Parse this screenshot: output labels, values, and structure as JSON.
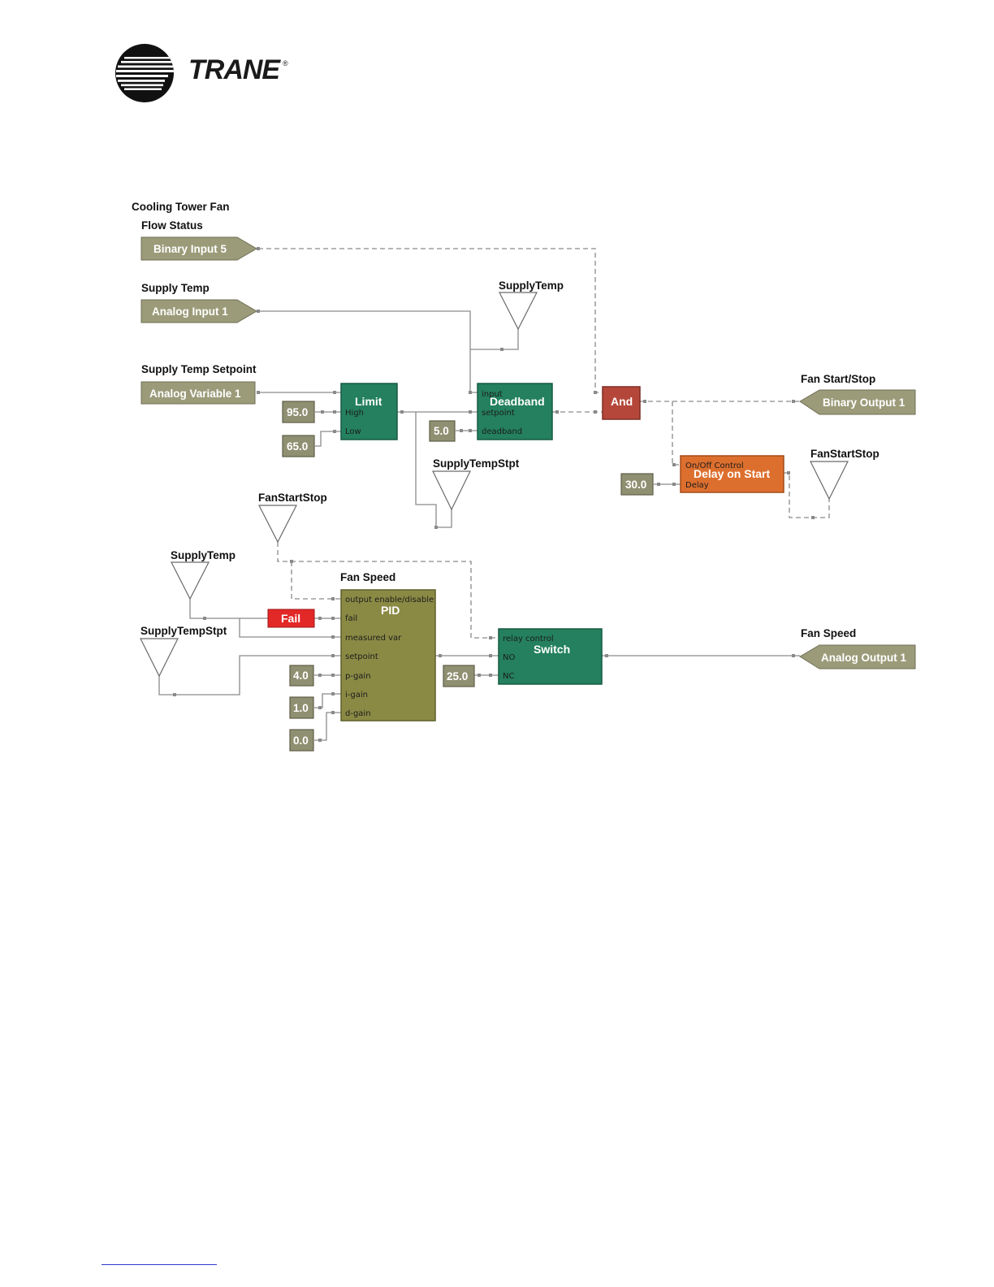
{
  "brand": {
    "name": "TRANE",
    "reg_mark": "®"
  },
  "labels": {
    "bi5_title1": "Cooling Tower Fan",
    "bi5_title2": "Flow Status",
    "ai1_title": "Supply Temp",
    "av1_title": "Supply Temp Setpoint",
    "bo1_title": "Fan Start/Stop",
    "pid_title": "Fan Speed",
    "ao1_title": "Fan Speed"
  },
  "io_points": {
    "binary_input_5": "Binary Input 5",
    "analog_input_1": "Analog Input 1",
    "analog_variable_1": "Analog Variable 1",
    "binary_output_1": "Binary Output 1",
    "analog_output_1": "Analog Output 1"
  },
  "blocks": {
    "limit": {
      "name": "Limit",
      "pins": [
        "High",
        "Low"
      ]
    },
    "deadband": {
      "name": "Deadband",
      "pins": [
        "input",
        "setpoint",
        "deadband"
      ]
    },
    "and": {
      "name": "And"
    },
    "delay": {
      "name": "Delay on Start",
      "pins": [
        "On/Off Control",
        "Delay"
      ]
    },
    "pid": {
      "name": "PID",
      "pins": [
        "output enable/disable",
        "fail",
        "measured var",
        "setpoint",
        "p-gain",
        "i-gain",
        "d-gain"
      ]
    },
    "switch": {
      "name": "Switch",
      "pins": [
        "relay control",
        "NO",
        "NC"
      ]
    },
    "fail": {
      "name": "Fail"
    }
  },
  "constants": {
    "limit_high": "95.0",
    "limit_low": "65.0",
    "deadband": "5.0",
    "delay": "30.0",
    "p_gain": "4.0",
    "i_gain": "1.0",
    "d_gain": "0.0",
    "switch_nc": "25.0"
  },
  "references": {
    "supply_temp_top": "SupplyTemp",
    "supply_temp_stpt_mid": "SupplyTempStpt",
    "fan_start_stop_right": "FanStartStop",
    "fan_start_stop_left": "FanStartStop",
    "supply_temp_left": "SupplyTemp",
    "supply_temp_stpt_left": "SupplyTempStpt"
  },
  "colors": {
    "io_fill": "#9b9b7a",
    "green_block": "#24805f",
    "and_block": "#b5473a",
    "delay_block": "#dd6f2e",
    "pid_block": "#8a8a45",
    "fail_block": "#e32828",
    "constant_fill": "#8f8f72"
  }
}
